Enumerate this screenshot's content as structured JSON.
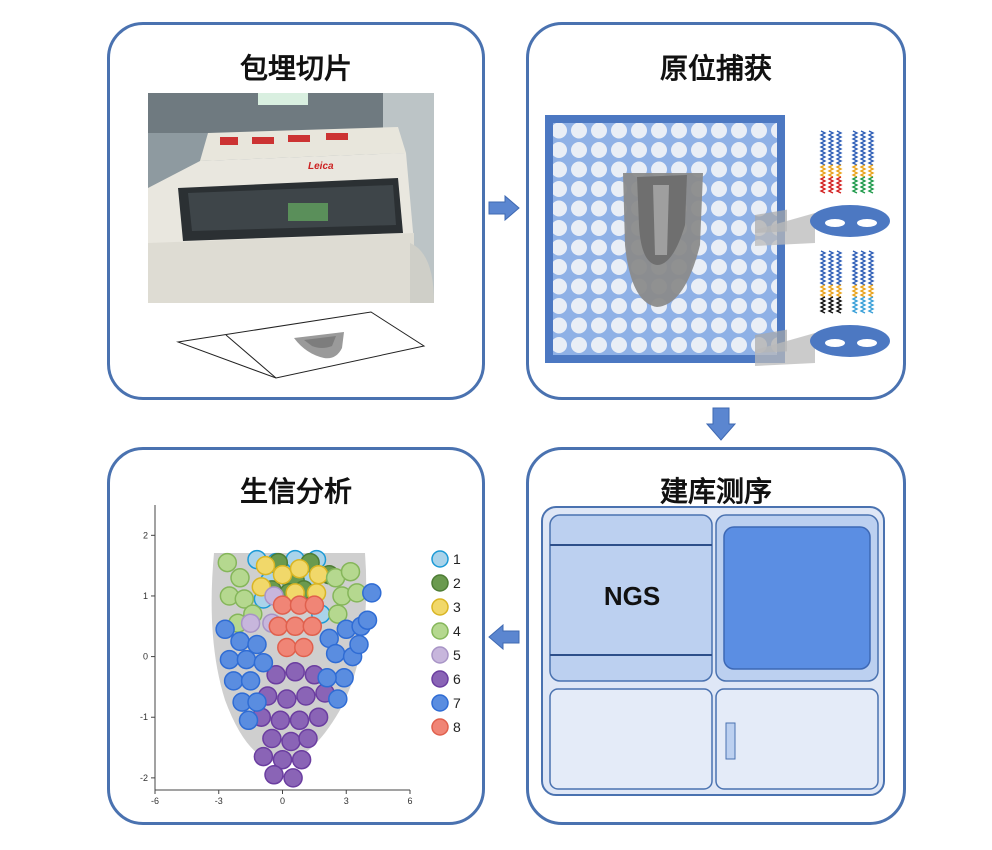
{
  "panels": {
    "embed": {
      "title": "包埋切片"
    },
    "capture": {
      "title": "原位捕获"
    },
    "library": {
      "title": "建库测序",
      "ngs_label": "NGS"
    },
    "analysis": {
      "title": "生信分析"
    }
  },
  "arrow_icon": "block-arrow",
  "colors": {
    "border": "#4a72b0",
    "arrow": "#5b86d0"
  },
  "chart_data": {
    "type": "scatter",
    "title": "",
    "xlabel": "",
    "ylabel": "",
    "xlim": [
      -6,
      6
    ],
    "ylim": [
      -2.2,
      2.5
    ],
    "x_ticks": [
      "-6",
      "-3",
      "0",
      "3",
      "6"
    ],
    "y_ticks": [
      "2",
      "1",
      "0",
      "-1",
      "-2"
    ],
    "legend_position": "right",
    "series": [
      {
        "name": "1",
        "color": "#a9d3ea",
        "stroke": "#1b9ad6",
        "points": [
          [
            -1.2,
            1.6
          ],
          [
            -0.3,
            1.55
          ],
          [
            0.6,
            1.6
          ],
          [
            1.6,
            1.6
          ],
          [
            -0.6,
            1.25
          ],
          [
            0.3,
            1.3
          ],
          [
            1.2,
            1.25
          ],
          [
            -0.9,
            0.95
          ],
          [
            1.8,
            0.7
          ]
        ]
      },
      {
        "name": "2",
        "color": "#6a9a4e",
        "stroke": "#4e7d35",
        "points": [
          [
            -0.2,
            1.55
          ],
          [
            0.6,
            1.25
          ],
          [
            1.3,
            1.55
          ],
          [
            -0.5,
            1.1
          ],
          [
            0.3,
            1.05
          ],
          [
            1.0,
            1.1
          ],
          [
            2.2,
            1.35
          ]
        ]
      },
      {
        "name": "3",
        "color": "#f1d86a",
        "stroke": "#d9b524",
        "points": [
          [
            -0.8,
            1.5
          ],
          [
            0.0,
            1.35
          ],
          [
            0.8,
            1.45
          ],
          [
            1.7,
            1.35
          ],
          [
            -1.0,
            1.15
          ],
          [
            0.6,
            1.05
          ],
          [
            1.6,
            1.05
          ]
        ]
      },
      {
        "name": "4",
        "color": "#b5d88f",
        "stroke": "#85b65a",
        "points": [
          [
            -2.6,
            1.55
          ],
          [
            -2.0,
            1.3
          ],
          [
            -2.5,
            1.0
          ],
          [
            -1.8,
            0.95
          ],
          [
            -1.4,
            0.7
          ],
          [
            -2.1,
            0.55
          ],
          [
            2.5,
            1.3
          ],
          [
            3.2,
            1.4
          ],
          [
            2.8,
            1.0
          ],
          [
            3.5,
            1.05
          ],
          [
            2.6,
            0.7
          ]
        ]
      },
      {
        "name": "5",
        "color": "#c7b6dc",
        "stroke": "#a894c6",
        "points": [
          [
            -0.4,
            1.0
          ],
          [
            -1.5,
            0.55
          ],
          [
            -0.5,
            0.55
          ]
        ]
      },
      {
        "name": "6",
        "color": "#8a64b6",
        "stroke": "#6b3ea0",
        "points": [
          [
            -0.3,
            -0.3
          ],
          [
            0.6,
            -0.25
          ],
          [
            1.5,
            -0.3
          ],
          [
            -0.7,
            -0.65
          ],
          [
            0.2,
            -0.7
          ],
          [
            1.1,
            -0.65
          ],
          [
            2.0,
            -0.6
          ],
          [
            -1.0,
            -1.0
          ],
          [
            -0.1,
            -1.05
          ],
          [
            0.8,
            -1.05
          ],
          [
            1.7,
            -1.0
          ],
          [
            -0.5,
            -1.35
          ],
          [
            0.4,
            -1.4
          ],
          [
            1.2,
            -1.35
          ],
          [
            -0.9,
            -1.65
          ],
          [
            0.0,
            -1.7
          ],
          [
            0.9,
            -1.7
          ],
          [
            -0.4,
            -1.95
          ],
          [
            0.5,
            -2.0
          ]
        ]
      },
      {
        "name": "7",
        "color": "#5a8de0",
        "stroke": "#2f6cd4",
        "points": [
          [
            -2.7,
            0.45
          ],
          [
            -2.0,
            0.25
          ],
          [
            -1.2,
            0.2
          ],
          [
            -2.5,
            -0.05
          ],
          [
            -1.7,
            -0.05
          ],
          [
            -0.9,
            -0.1
          ],
          [
            -2.3,
            -0.4
          ],
          [
            -1.5,
            -0.4
          ],
          [
            -1.9,
            -0.75
          ],
          [
            -1.2,
            -0.75
          ],
          [
            2.2,
            0.3
          ],
          [
            3.0,
            0.45
          ],
          [
            3.7,
            0.5
          ],
          [
            2.5,
            0.05
          ],
          [
            3.3,
            0.0
          ],
          [
            2.9,
            -0.35
          ],
          [
            2.1,
            -0.35
          ],
          [
            2.6,
            -0.7
          ],
          [
            4.2,
            1.05
          ],
          [
            4.0,
            0.6
          ],
          [
            -1.6,
            -1.05
          ],
          [
            3.6,
            0.2
          ]
        ]
      },
      {
        "name": "8",
        "color": "#f08576",
        "stroke": "#e0604d",
        "points": [
          [
            0.0,
            0.85
          ],
          [
            0.8,
            0.85
          ],
          [
            1.5,
            0.85
          ],
          [
            -0.2,
            0.5
          ],
          [
            0.6,
            0.5
          ],
          [
            1.4,
            0.5
          ],
          [
            0.2,
            0.15
          ],
          [
            1.0,
            0.15
          ]
        ]
      }
    ]
  }
}
